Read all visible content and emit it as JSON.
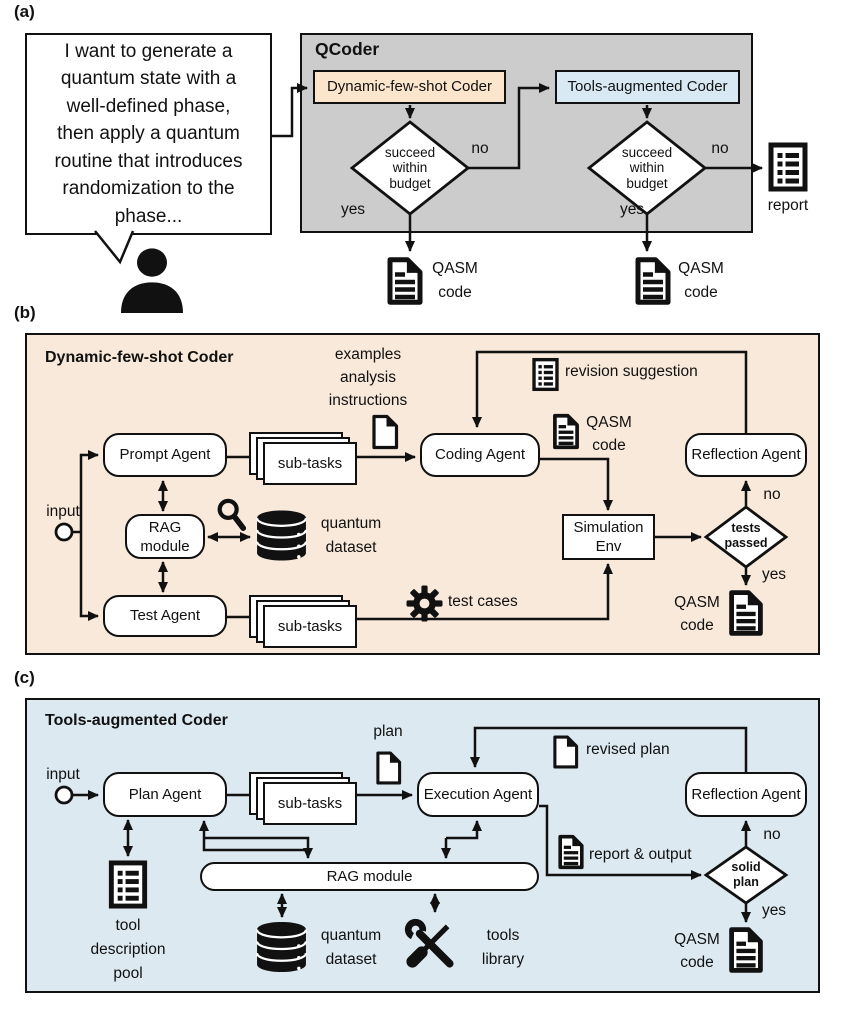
{
  "colors": {
    "panel-gray": "#cccccc",
    "peach-bg": "#f8e9da",
    "peach-box": "#fbe5cc",
    "blue-bg": "#dce9f1",
    "blue-box": "#d8e9f3",
    "ink": "#111111"
  },
  "a": {
    "label": "(a)",
    "bubble": [
      "I want to generate a",
      "quantum state with a",
      "well-defined phase,",
      "then apply a quantum",
      "routine that introduces",
      "randomization to the",
      "phase..."
    ],
    "qcoder_title": "QCoder",
    "dynamic_box": "Dynamic-few-shot Coder",
    "tools_box": "Tools-augmented Coder",
    "decision1": [
      "succeed",
      "within",
      "budget"
    ],
    "decision2": [
      "succeed",
      "within",
      "budget"
    ],
    "no1": "no",
    "no2": "no",
    "yes1": "yes",
    "yes2": "yes",
    "report": "report",
    "qasm1": [
      "QASM",
      "code"
    ],
    "qasm2": [
      "QASM",
      "code"
    ]
  },
  "b": {
    "label": "(b)",
    "title": "Dynamic-few-shot Coder",
    "notes": [
      "examples",
      "analysis",
      "instructions"
    ],
    "prompt_agent": "Prompt Agent",
    "subtasks1": "sub-tasks",
    "coding_agent": "Coding Agent",
    "qasm_doc": [
      "QASM",
      "code"
    ],
    "revision": "revision suggestion",
    "reflection_agent": "Reflection Agent",
    "input": "input",
    "rag": [
      "RAG",
      "module"
    ],
    "dataset": [
      "quantum",
      "dataset"
    ],
    "test_agent": "Test Agent",
    "subtasks2": "sub-tasks",
    "test_cases": "test cases",
    "sim_env": [
      "Simulation",
      "Env"
    ],
    "decision": [
      "tests",
      "passed"
    ],
    "no": "no",
    "yes": "yes",
    "qasm_out": [
      "QASM",
      "code"
    ]
  },
  "c": {
    "label": "(c)",
    "title": "Tools-augmented Coder",
    "input": "input",
    "plan_agent": "Plan Agent",
    "subtasks": "sub-tasks",
    "plan": "plan",
    "execution_agent": "Execution Agent",
    "revised_plan": "revised plan",
    "reflection_agent": "Reflection Agent",
    "rag": "RAG module",
    "tool_pool": [
      "tool",
      "description",
      "pool"
    ],
    "dataset": [
      "quantum",
      "dataset"
    ],
    "tools_lib": [
      "tools",
      "library"
    ],
    "report_output": "report & output",
    "decision": [
      "solid",
      "plan"
    ],
    "no": "no",
    "yes": "yes",
    "qasm_out": [
      "QASM",
      "code"
    ]
  }
}
